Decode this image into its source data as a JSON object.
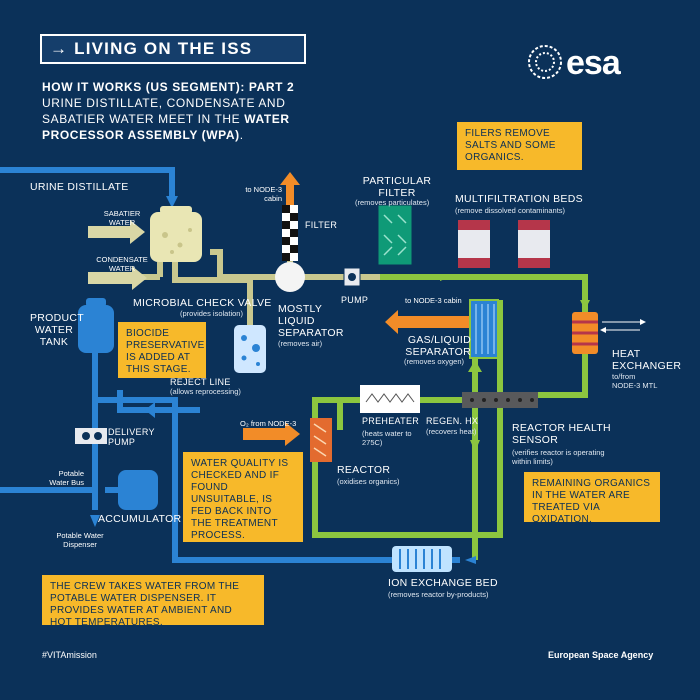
{
  "header": {
    "title": "LIVING ON THE ISS",
    "arrow": "→",
    "subtitle": "HOW IT WORKS (US SEGMENT): PART 2",
    "intro_line1": "URINE DISTILLATE, CONDENSATE AND",
    "intro_line2": "SABATIER WATER MEET IN THE",
    "intro_bold": "WATER",
    "intro_line3": "PROCESSOR ASSEMBLY (WPA)",
    "intro_end": "."
  },
  "logo": {
    "text": "esa"
  },
  "labels": {
    "urine_distillate": "URINE DISTILLATE",
    "sabatier_water": "SABATIER WATER",
    "condensate_water": "CONDENSATE WATER",
    "to_node3_cabin_top": "to NODE-3 cabin",
    "filter": "FILTER",
    "particular_filter": "PARTICULAR FILTER",
    "particular_filter_sub": "(removes particulates)",
    "multifiltration_beds": "MULTIFILTRATION BEDS",
    "multifiltration_sub": "(remove dissolved contaminants)",
    "microbial_check_valve": "MICROBIAL CHECK VALVE",
    "microbial_sub": "(provides isolation)",
    "mostly_liquid_separator": "MOSTLY LIQUID SEPARATOR",
    "mostly_liquid_sub": "(removes air)",
    "pump": "PUMP",
    "to_node3_cabin_mid": "to NODE-3 cabin",
    "gas_liquid_separator": "GAS/LIQUID SEPARATOR",
    "gas_liquid_sub": "(removes oxygen)",
    "heat_exchanger": "HEAT EXCHANGER",
    "heat_exchanger_sub": "to/from NODE-3 MTL",
    "product_water_tank": "PRODUCT WATER TANK",
    "reject_line": "REJECT LINE",
    "reject_line_sub": "(allows reprocessing)",
    "o2_from_node3": "O₂ from NODE-3",
    "preheater": "PREHEATER",
    "preheater_sub": "(heats water to 275C)",
    "regen_hx": "REGEN. HX",
    "regen_hx_sub": "(recovers heat)",
    "reactor_health_sensor": "REACTOR HEALTH SENSOR",
    "reactor_health_sub": "(verifies reactor is operating within limits)",
    "delivery_pump": "DELIVERY PUMP",
    "potable_water_bus": "Potable Water Bus",
    "accumulator": "ACCUMULATOR",
    "reactor": "REACTOR",
    "reactor_sub": "(oxidises organics)",
    "potable_water_dispenser": "Potable Water Dispenser",
    "ion_exchange_bed": "ION EXCHANGE BED",
    "ion_exchange_sub": "(removes reactor by-products)"
  },
  "callouts": {
    "filters": "FILERS REMOVE SALTS AND SOME ORGANICS.",
    "biocide": "BIOCIDE PRESERVATIVE IS ADDED AT THIS STAGE.",
    "water_quality": "WATER QUALITY IS CHECKED AND IF FOUND UNSUITABLE, IS FED BACK INTO THE TREATMENT PROCESS.",
    "organics": "REMAINING ORGANICS IN THE WATER ARE TREATED VIA OXIDATION.",
    "crew": "THE CREW TAKES WATER FROM THE POTABLE WATER DISPENSER. IT PROVIDES WATER AT AMBIENT AND HOT TEMPERATURES."
  },
  "footer": {
    "hashtag": "#VITAmission",
    "agency": "European Space Agency"
  },
  "colors": {
    "background": "#0b3159",
    "pipe_khaki": "#c9c88f",
    "pipe_green": "#8cc63f",
    "pipe_blue": "#2b83d4",
    "callout": "#f7b92a",
    "arrow_orange": "#f28c28"
  }
}
